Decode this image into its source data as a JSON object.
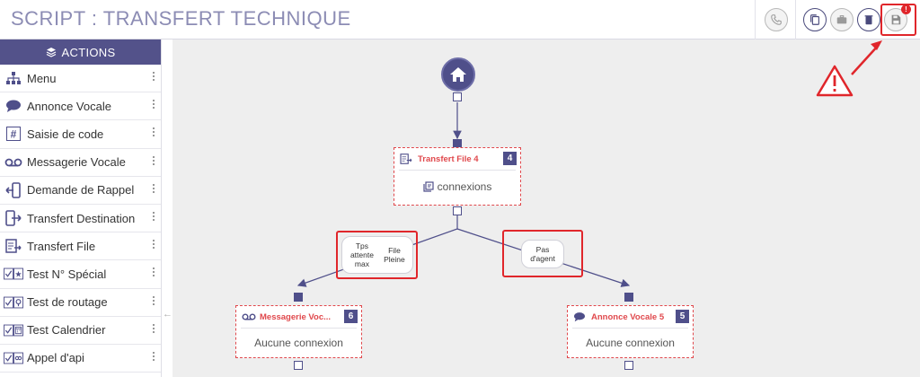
{
  "header": {
    "title": "SCRIPT : TRANSFERT TECHNIQUE"
  },
  "toolbar": {
    "phone": "phone-icon",
    "copy": "copy-icon",
    "briefcase": "briefcase-icon",
    "delete": "trash-icon",
    "save": "save-icon",
    "save_badge": "!"
  },
  "sidebar": {
    "header": "ACTIONS",
    "items": [
      {
        "label": "Menu",
        "icon": "sitemap-icon"
      },
      {
        "label": "Annonce Vocale",
        "icon": "speech-bubble-icon"
      },
      {
        "label": "Saisie de code",
        "icon": "hash-icon"
      },
      {
        "label": "Messagerie Vocale",
        "icon": "voicemail-icon"
      },
      {
        "label": "Demande de Rappel",
        "icon": "callback-icon"
      },
      {
        "label": "Transfert Destination",
        "icon": "transfer-destination-icon"
      },
      {
        "label": "Transfert File",
        "icon": "transfer-file-icon"
      },
      {
        "label": "Test N° Spécial",
        "icon": "test-star-icon"
      },
      {
        "label": "Test de routage",
        "icon": "test-route-icon"
      },
      {
        "label": "Test Calendrier",
        "icon": "test-calendar-icon"
      },
      {
        "label": "Appel d'api",
        "icon": "api-link-icon"
      }
    ]
  },
  "flow": {
    "nodes": {
      "transfert": {
        "title": "Transfert File 4",
        "num": "4",
        "body": "connexions"
      },
      "messagerie": {
        "title": "Messagerie Voc...",
        "num": "6",
        "body": "Aucune connexion"
      },
      "annonce": {
        "title": "Annonce Vocale 5",
        "num": "5",
        "body": "Aucune connexion"
      }
    },
    "conditions": {
      "left_a": "Tps attente max",
      "left_b": "File Pleine",
      "right": "Pas d'agent"
    }
  },
  "colors": {
    "accent": "#53528a",
    "alert": "#e0262b",
    "canvas": "#eeeeee"
  }
}
